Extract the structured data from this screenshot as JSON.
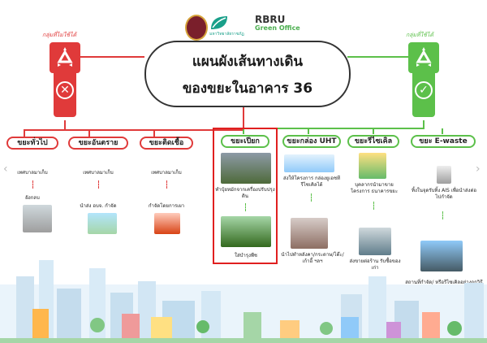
{
  "header": {
    "logo_b_caption": "มหาวิทยาลัยราชภัฏ",
    "logo_c_title": "RBRU",
    "logo_c_subtitle": "Green Office"
  },
  "title": {
    "line1": "แผนผังเส้นทางเดิน",
    "line2": "ของขยะในอาคาร 36"
  },
  "left_panel": {
    "caption": "กลุ่มที่ไม่ใช้ได้",
    "icon": "recycle-icon",
    "status_icon": "x-icon"
  },
  "right_panel": {
    "caption": "กลุ่มที่ใช้ได้",
    "icon": "recycle-icon",
    "status_icon": "check-icon"
  },
  "colors": {
    "red": "#e03a3a",
    "green": "#5cc04a",
    "highlight": "#e02020"
  },
  "categories_left": [
    {
      "label": "ขยะทั่วไป",
      "step1": "เทศบาลมาเก็บ",
      "result": "ฝังกลบ"
    },
    {
      "label": "ขยะอันตราย",
      "step1": "เทศบาลมาเก็บ",
      "result": "นำส่ง อบจ. กำจัด"
    },
    {
      "label": "ขยะติดเชื้อ",
      "step1": "เทศบาลมาเก็บ",
      "result": "กำจัดโดยการเผา"
    }
  ],
  "categories_right": [
    {
      "label": "ขยะเปียก",
      "step1": "ทำปุ๋ยหมักจากเครื่องปรับปรุงดิน",
      "result": "ใส่บำรุงพืช"
    },
    {
      "label": "ขยะกล่อง UHT",
      "step1": "ส่งให้โครงการ กล่องยูเอชที รีไซเคิลได้",
      "result": "นำไปทำหลังคา/กระดาษ/โต๊ะ/เก้าอี้ ฯลฯ"
    },
    {
      "label": "ขยะรีไซเคิล",
      "step1": "บุคลากรนำมาขายโครงการ ธนาคารขยะ",
      "result": "ส่งขายต่อร้าน รับซื้อของเก่า"
    },
    {
      "label": "ขยะ E-waste",
      "step1": "ทิ้งในจุดรับทิ้ง AIS เพื่อนำส่งต่อไปกำจัด",
      "result": "สถานที่กำจัด/ หรือรีไซเคิลอย่างถูกวิธี"
    }
  ]
}
